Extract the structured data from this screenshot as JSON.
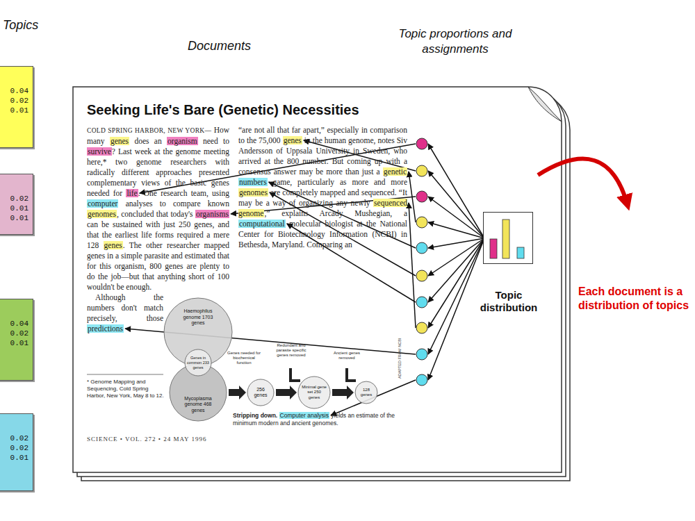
{
  "diagram": {
    "nodes": [
      {
        "text": [
          "0.04",
          "0.02",
          "0.01"
        ]
      },
      {
        "text": [
          "0.02",
          "0.01",
          "0.01"
        ]
      },
      {
        "text": [
          "0.04",
          "0.02",
          "0.01"
        ]
      },
      {
        "text": [
          "0.02",
          "0.02",
          "0.01"
        ]
      },
      {
        "text": [
          "Seeking Life's Bare (Genetic) Necessities"
        ]
      },
      {
        "text": [
          "Haemophilus genome 1703 genes"
        ],
        "in": 4
      },
      {
        "text": [
          "Genes in common 233 genes"
        ],
        "in": 4
      },
      {
        "text": [
          "Mycoplasma genome 468 genes"
        ],
        "in": 4
      },
      {
        "text": [
          "256 genes"
        ],
        "in": 4
      },
      {
        "text": [
          "Minimal gene set 250 genes"
        ],
        "in": 4
      },
      {
        "text": [
          "128 genes"
        ],
        "in": 4
      },
      {
        "text": [
          "Topic distribution"
        ]
      }
    ],
    "labels": [
      "Topics",
      "Documents",
      "Topic proportions and assignments",
      "Each document is a distribution of topics",
      "COLD SPRING HARBOR, NEW YORK—",
      "How many",
      "genes",
      "does an",
      "organism",
      "need to",
      "survive",
      "? Last week at the genome meeting here,* two genome researchers with radically different approaches presented complementary views of the basic genes needed for",
      "life",
      ". One research team, using",
      "computer",
      "analyses to compare known",
      "genomes",
      ", concluded that today's",
      "organisms",
      "can be sustained with just 250 genes, and that the earliest life forms required a mere 128",
      "genes",
      ". The other researcher mapped genes in a simple parasite and estimated that for this organism, 800 genes are plenty to do the job—but that anything short of 100 wouldn't be enough.",
      "Although the numbers don't match precisely, those",
      "predictions",
      "“are not all that far apart,” especially in comparison to the 75,000",
      "genes",
      "in the human genome, notes Siv Andersson of Uppsala University in Sweden, who arrived at the 800 number. But coming up with a consensus answer may be more than just a",
      "genetic",
      "numbers",
      "game, particularly as more and more",
      "genomes",
      "are completely mapped and sequenced. “It may be a way of organizing any newly",
      "sequenced genome",
      ",” explains Arcady Mushegian, a",
      "computational",
      "molecular biologist at the National Center for Biotechnology Information (NCBI) in Bethesda, Maryland. Comparing an",
      "* Genome Mapping and Sequencing, Cold Spring Harbor, New York, May 8 to 12.",
      "Stripping down.",
      "Computer analysis",
      "yields an estimate of the minimum modern and ancient genomes.",
      "SCIENCE • VOL. 272 • 24 MAY 1996",
      "Genes needed for biochemical function",
      "Redundant and parasite specific genes removed",
      "Ancient genes removed",
      "ADAPTED FROM NCBI"
    ]
  }
}
